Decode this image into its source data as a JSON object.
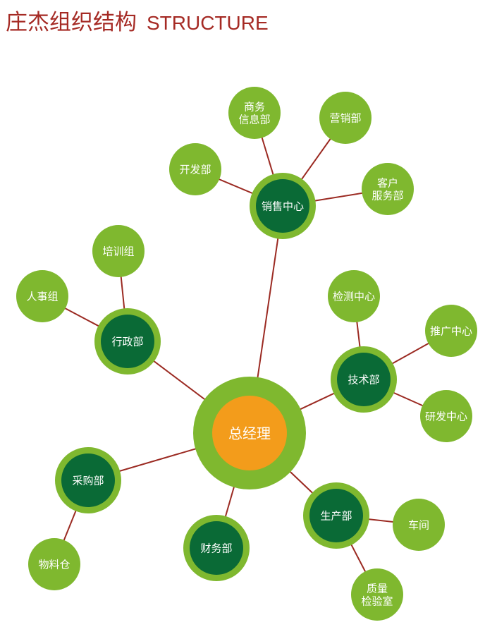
{
  "title": {
    "cn": "庄杰组织结构",
    "en": "STRUCTURE"
  },
  "colors": {
    "title": "#a52a24",
    "line": "#9b2a22",
    "light": "#7fb82f",
    "dark": "#0a6a36",
    "center": "#f39c1b"
  },
  "root": {
    "label": "总经理"
  },
  "departments": [
    {
      "id": "sales",
      "label": "销售中心",
      "children": [
        {
          "lines": [
            "商务",
            "信息部"
          ]
        },
        {
          "lines": [
            "营销部"
          ]
        },
        {
          "lines": [
            "开发部"
          ]
        },
        {
          "lines": [
            "客户",
            "服务部"
          ]
        }
      ]
    },
    {
      "id": "admin",
      "label": "行政部",
      "children": [
        {
          "lines": [
            "培训组"
          ]
        },
        {
          "lines": [
            "人事组"
          ]
        }
      ]
    },
    {
      "id": "tech",
      "label": "技术部",
      "children": [
        {
          "lines": [
            "检测中心"
          ]
        },
        {
          "lines": [
            "推广中心"
          ]
        },
        {
          "lines": [
            "研发中心"
          ]
        }
      ]
    },
    {
      "id": "purchase",
      "label": "采购部",
      "children": [
        {
          "lines": [
            "物料仓"
          ]
        }
      ]
    },
    {
      "id": "finance",
      "label": "财务部",
      "children": []
    },
    {
      "id": "production",
      "label": "生产部",
      "children": [
        {
          "lines": [
            "车间"
          ]
        },
        {
          "lines": [
            "质量",
            "检验室"
          ]
        }
      ]
    }
  ]
}
